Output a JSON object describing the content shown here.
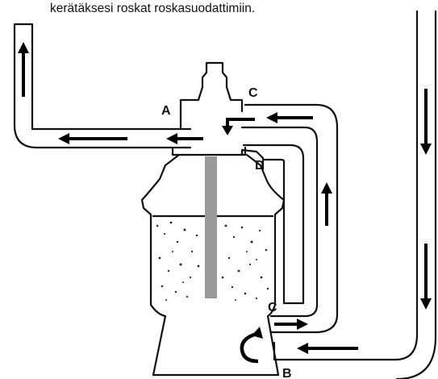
{
  "caption": "kerätäksesi roskat roskasuodattimiin.",
  "labels": {
    "a": "A",
    "b": "B",
    "c_top": "C",
    "c_bottom": "C",
    "d": "D"
  },
  "colors": {
    "outline": "#111111",
    "sand_speckle": "#2a2a2a",
    "center_pipe": "#9a9a9a",
    "arrow": "#000000"
  }
}
